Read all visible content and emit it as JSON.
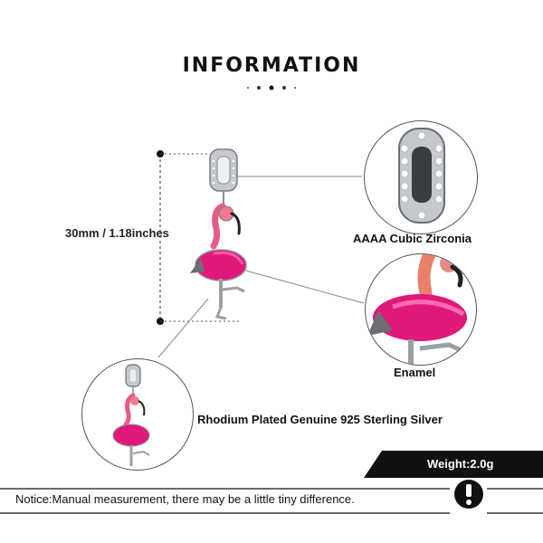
{
  "header": {
    "title": "INFORMATION"
  },
  "dimension": {
    "label": "30mm / 1.18inches"
  },
  "callouts": {
    "zirconia": "AAAA Cubic Zirconia",
    "enamel": "Enamel",
    "silver": "Rhodium Plated Genuine 925 Sterling Silver"
  },
  "weight": {
    "label": "Weight:2.0g"
  },
  "notice": {
    "text": "Notice:Manual measurement, there may be a little tiny difference."
  },
  "colors": {
    "enamel_pink": "#e0187a",
    "silver": "#9aa0a6",
    "accent": "#111111"
  },
  "icons": [
    "exclamation-icon"
  ]
}
